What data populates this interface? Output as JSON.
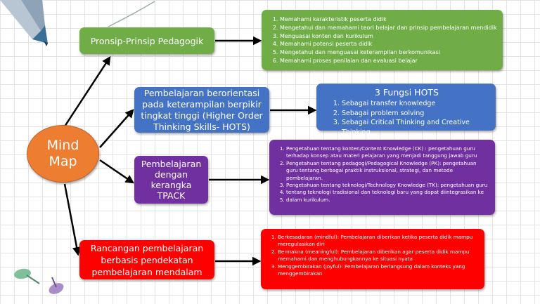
{
  "center": {
    "line1": "Mind",
    "line2": "Map"
  },
  "branches": {
    "pedagogik": {
      "title": "Pronsip-Prinsip Pedagogik"
    },
    "hots": {
      "title": "Pembelajaran berorientasi pada keterampilan berpikir tingkat tinggi (Higher Order Thinking Skills- HOTS)"
    },
    "tpack": {
      "title": "Pembelajaran dengan kerangka TPACK"
    },
    "rancangan": {
      "title": "Rancangan pembelajaran berbasis pendekatan pembelajaran mendalam"
    }
  },
  "details": {
    "pedagogik": {
      "items": [
        "Memahami karakteristik peserta didik",
        "Mengetahui dan memahami teori belajar dan prinsip pembelajaran mendidik",
        "Menguasai konten dan kurikulum",
        "Memahami potensi peserta didik",
        "Mengetahui dan menguasai keterampilan berkomunikasi",
        "Memahami proses penilaian dan evaluasi belajar"
      ]
    },
    "hots": {
      "title": "3 Fungsi HOTS",
      "items": [
        "Sebagai transfer knowledge",
        "Sebagai problem solving",
        "Sebagai Critical Thinking and Creative Thinking"
      ]
    },
    "tpack": {
      "items": [
        "Pengetahuan tentang konten/Content Knowledge (CK) : pengetahuan guru terhadap konsep atau materi pelajaran yang menjadi tanggung jawab guru",
        "Pengetahuan tentang pedagogi/Pedagogical Knowledge (PK): pengetahuan guru tentang berbagai praktik instruksional, strategi, dan metode pembelajaran.",
        "Pengetahuan tentang teknologi/Technology Knowledge (TK): pengetahuan guru",
        "tentang teknologi tradisional dan teknologi baru yang dapat diintegrasikan ke",
        "dalam kurikulum."
      ]
    },
    "rancangan": {
      "items": [
        "Berkesadaran (mindful): Pembelajaran diberikan ketika peserta didik mampu meregulasikan diri",
        "Bermakna (meaningful): Pembelajaran diberikan agar peserta didik mampu memahami dan menghubungkannya ke situasi nyata",
        "Menggembirakan (joyful): Pembelajaran berlangsung dalam konteks yang menggembirakan"
      ]
    }
  },
  "colors": {
    "center": "#ed7d31",
    "pedagogik": "#70ad47",
    "hots": "#4472c4",
    "tpack": "#7030a0",
    "rancangan": "#ff0000"
  },
  "decorations": [
    "pencil-icon",
    "pushpin-green-icon",
    "pushpin-purple-icon"
  ]
}
